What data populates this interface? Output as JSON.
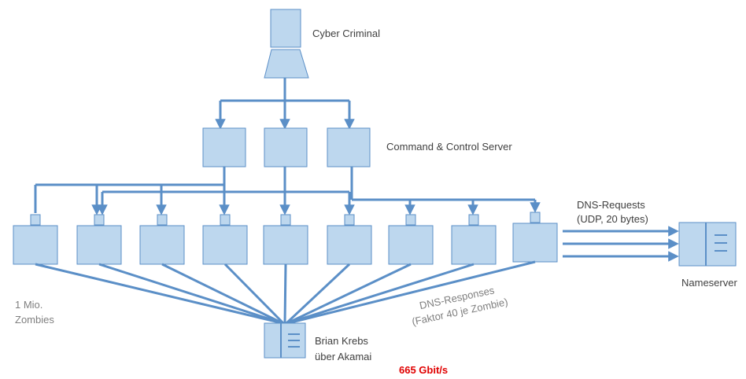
{
  "labels": {
    "attacker": "Cyber Criminal",
    "cnc": "Command & Control Server",
    "zombies_line1": "1 Mio.",
    "zombies_line2": "Zombies",
    "target_line1": "Brian Krebs",
    "target_line2": "über Akamai",
    "bandwidth": "665 Gbit/s",
    "requests_line1": "DNS-Requests",
    "requests_line2": "(UDP, 20 bytes)",
    "responses_line1": "DNS-Responses",
    "responses_line2": "(Faktor 40 je Zombie)",
    "nameserver": "Nameserver"
  },
  "colors": {
    "box_fill": "#bdd7ee",
    "box_stroke": "#5b8fc7",
    "line": "#5b8fc7",
    "text": "#404040",
    "text_muted": "#7f7f7f",
    "highlight": "#e00000"
  },
  "counts": {
    "cnc_servers": 3,
    "zombies_shown": 9
  }
}
